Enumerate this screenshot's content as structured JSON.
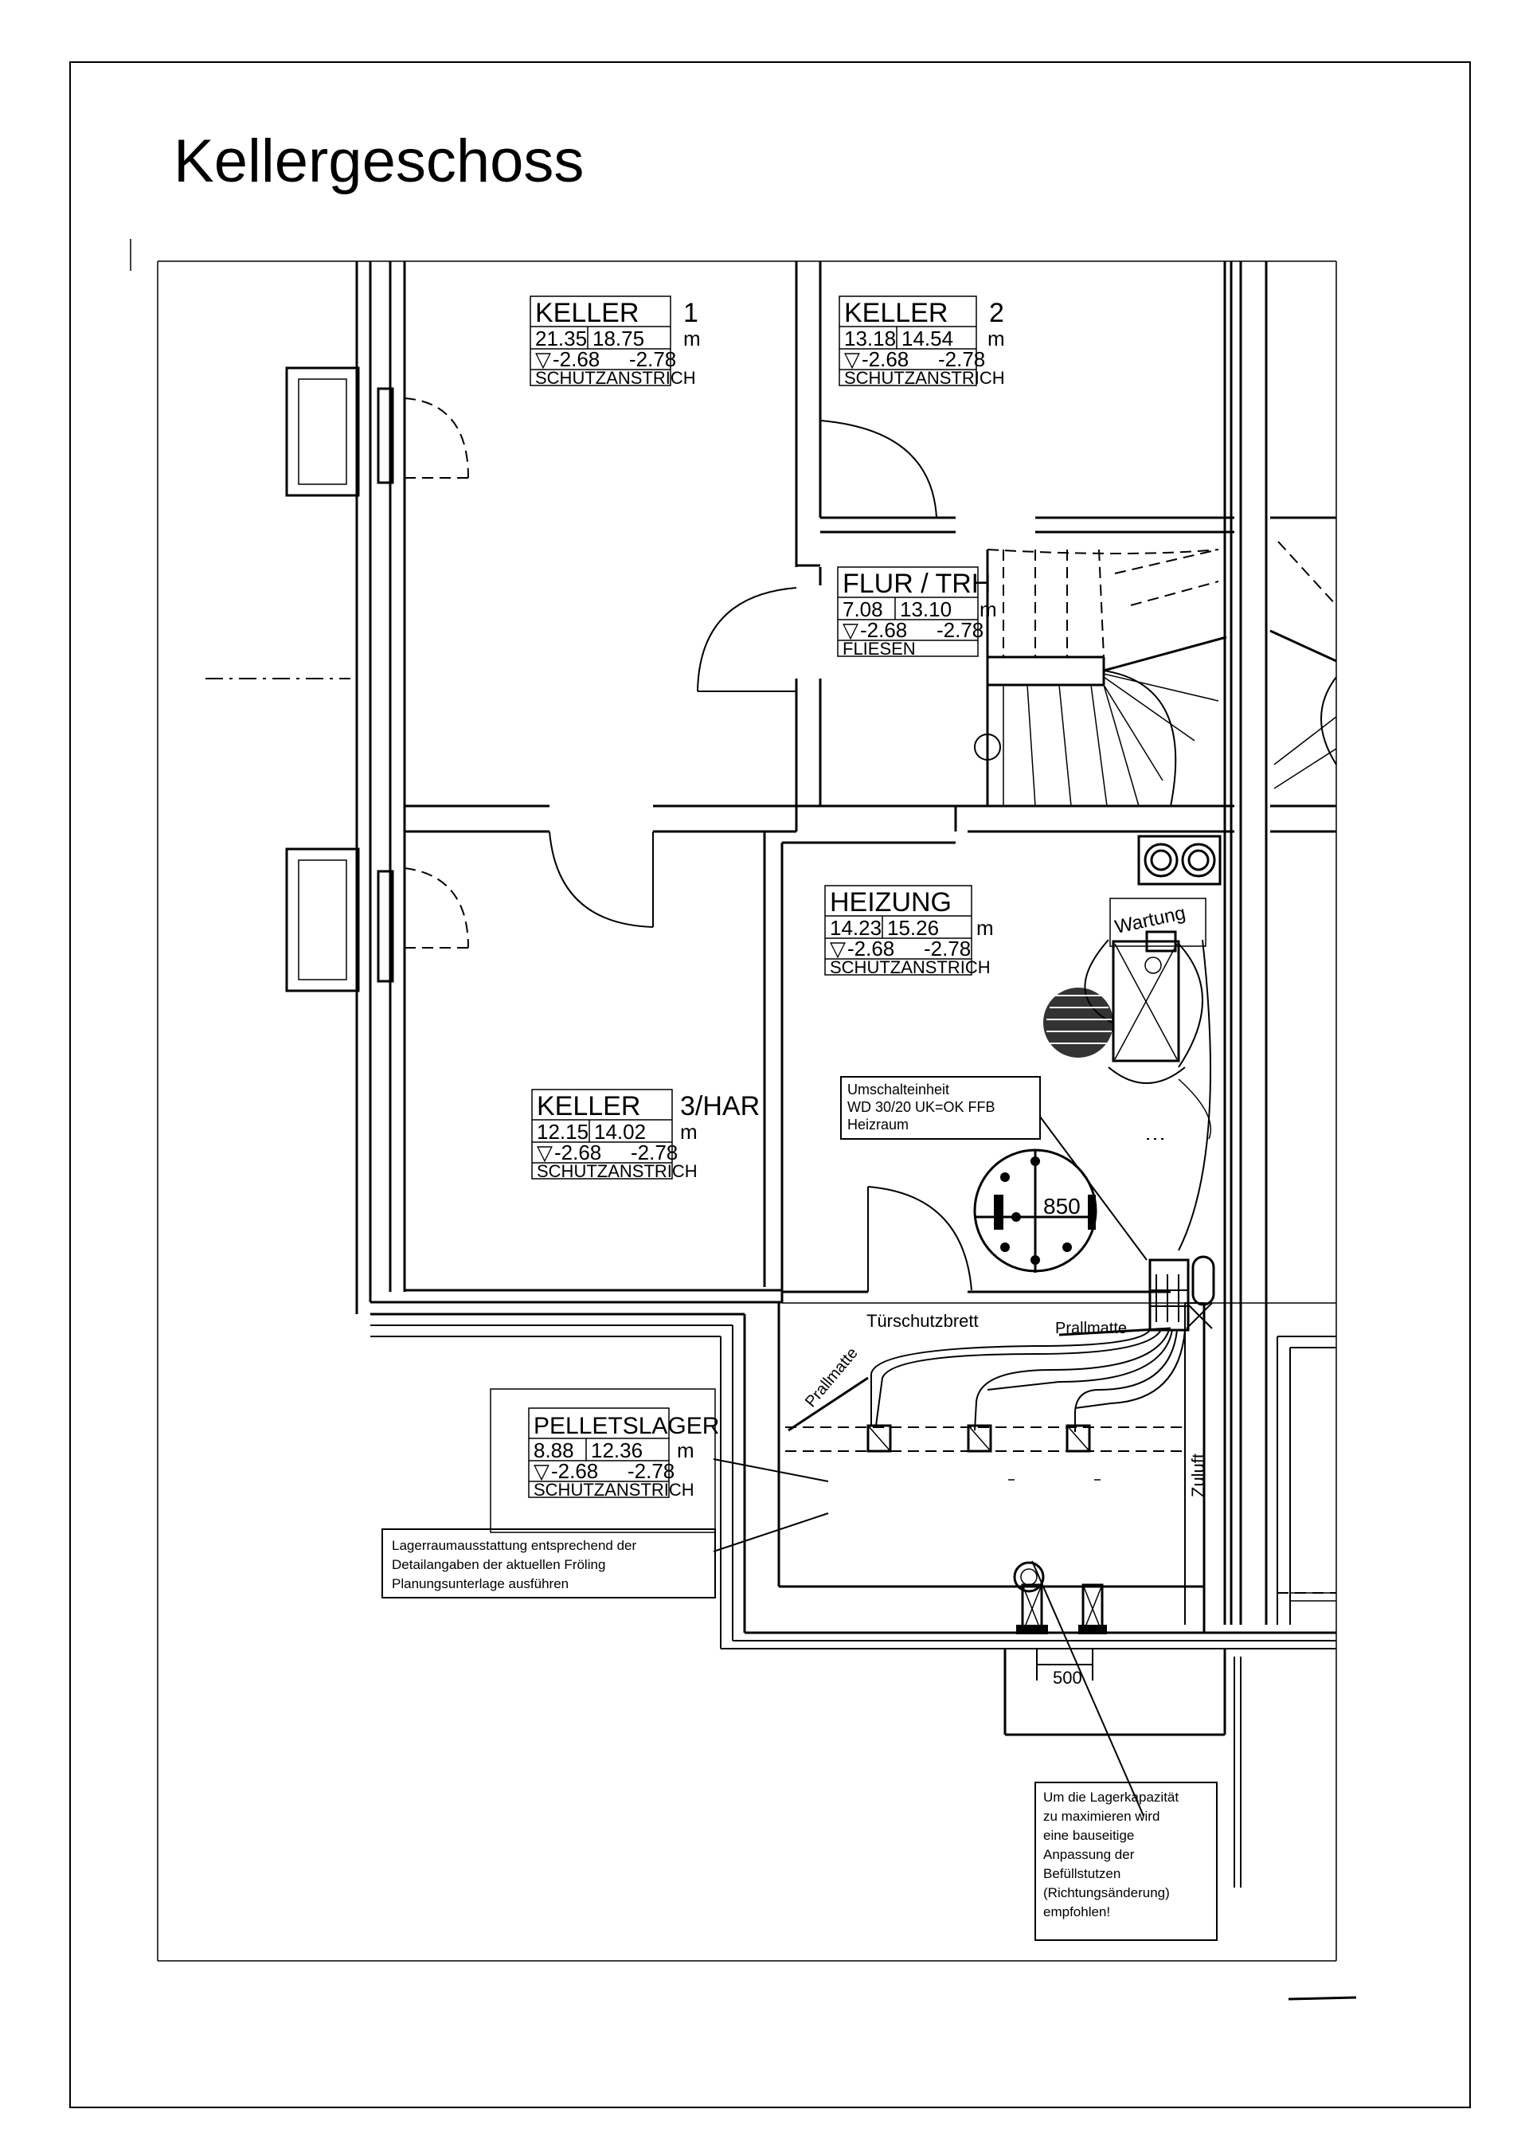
{
  "page_title": "Kellergeschoss",
  "rooms": [
    {
      "id": "keller1",
      "name": "KELLER",
      "suffix": "1",
      "area": "21.35",
      "perimeter": "18.75",
      "unit": "m",
      "level": "-2.68",
      "level2": "-2.78",
      "finish": "SCHUTZANSTRICH"
    },
    {
      "id": "keller2",
      "name": "KELLER",
      "suffix": "2",
      "area": "13.18",
      "perimeter": "14.54",
      "unit": "m",
      "level": "-2.68",
      "level2": "-2.78",
      "finish": "SCHUTZANSTRICH"
    },
    {
      "id": "flur",
      "name": "FLUR / TRH",
      "suffix": "",
      "area": "7.08",
      "perimeter": "13.10",
      "unit": "m",
      "level": "-2.68",
      "level2": "-2.78",
      "finish": "FLIESEN"
    },
    {
      "id": "heizung",
      "name": "HEIZUNG",
      "suffix": "",
      "area": "14.23",
      "perimeter": "15.26",
      "unit": "m",
      "level": "-2.68",
      "level2": "-2.78",
      "finish": "SCHUTZANSTRICH"
    },
    {
      "id": "keller3",
      "name": "KELLER",
      "suffix": "3/HAR",
      "area": "12.15",
      "perimeter": "14.02",
      "unit": "m",
      "level": "-2.68",
      "level2": "-2.78",
      "finish": "SCHUTZANSTRICH"
    },
    {
      "id": "pelletslager",
      "name": "PELLETSLAGER",
      "suffix": "",
      "area": "8.88",
      "perimeter": "12.36",
      "unit": "m",
      "level": "-2.68",
      "level2": "-2.78",
      "finish": "SCHUTZANSTRICH"
    }
  ],
  "level_symbol": "▽",
  "notes": {
    "umschalteinheit": [
      "Umschalteinheit",
      "WD 30/20 UK=OK FFB",
      "Heizraum"
    ],
    "lagerraum": [
      "Lagerraumausstattung entsprechend der",
      "Detailangaben der aktuellen Fröling",
      "Planungsunterlage ausführen"
    ],
    "befuellstutzen": [
      "Um die Lagerkapazität",
      "zu maximieren wird",
      "eine bauseitige",
      "Anpassung der",
      "Befüllstutzen",
      "(Richtungsänderung)",
      "empfohlen!"
    ]
  },
  "labels": {
    "wartung": "Wartung",
    "tank": "850",
    "tuerschutzbrett": "Türschutzbrett",
    "prallmatte_top": "Prallmatte",
    "prallmatte_diag": "Prallmatte",
    "zuluft": "Zuluft",
    "dimension_500": "500"
  }
}
